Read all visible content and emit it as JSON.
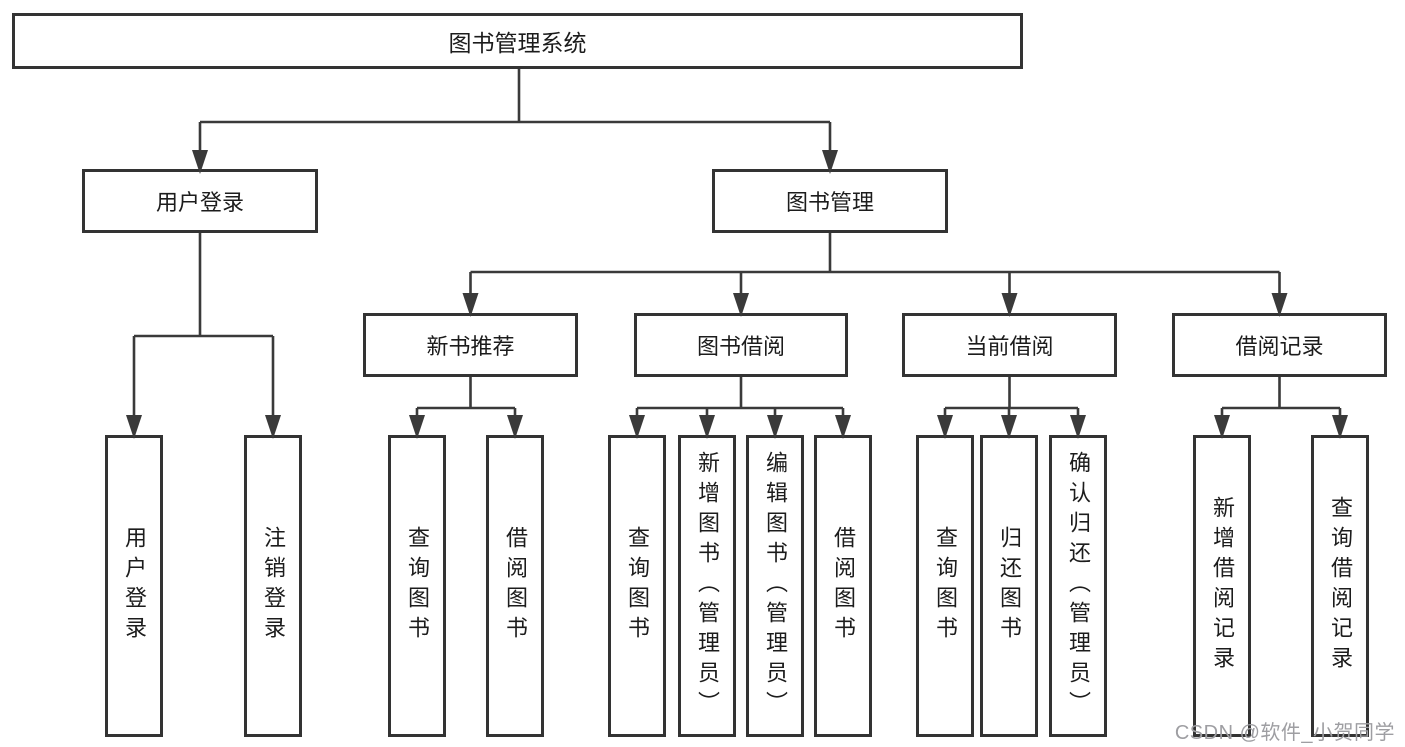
{
  "diagram": {
    "root": {
      "label": "图书管理系统",
      "children": [
        {
          "label": "用户登录",
          "children": [
            {
              "label": "用户登录"
            },
            {
              "label": "注销登录"
            }
          ]
        },
        {
          "label": "图书管理",
          "children": [
            {
              "label": "新书推荐",
              "children": [
                {
                  "label": "查询图书"
                },
                {
                  "label": "借阅图书"
                }
              ]
            },
            {
              "label": "图书借阅",
              "children": [
                {
                  "label": "查询图书"
                },
                {
                  "label": "新增图书（管理员）"
                },
                {
                  "label": "编辑图书（管理员）"
                },
                {
                  "label": "借阅图书"
                }
              ]
            },
            {
              "label": "当前借阅",
              "children": [
                {
                  "label": "查询图书"
                },
                {
                  "label": "归还图书"
                },
                {
                  "label": "确认归还（管理员）"
                }
              ]
            },
            {
              "label": "借阅记录",
              "children": [
                {
                  "label": "新增借阅记录"
                },
                {
                  "label": "查询借阅记录"
                }
              ]
            }
          ]
        }
      ]
    },
    "watermark": "CSDN @软件_小贺同学",
    "colors": {
      "line": "#3a3a3a",
      "box_border": "#333333",
      "text": "#1c1c1c",
      "watermark": "#9e9ea2",
      "background": "#ffffff"
    }
  }
}
